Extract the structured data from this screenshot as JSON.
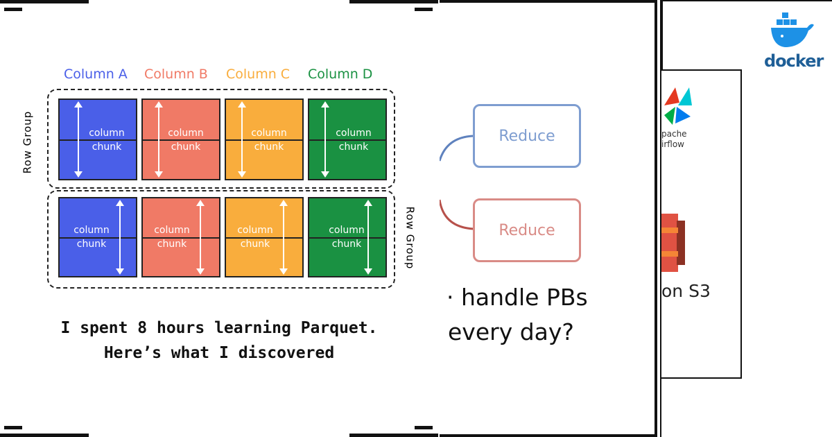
{
  "parquet": {
    "columns": [
      {
        "label": "Column A",
        "color": "#4a5fe8"
      },
      {
        "label": "Column B",
        "color": "#f07a66"
      },
      {
        "label": "Column C",
        "color": "#f9ad3d"
      },
      {
        "label": "Column D",
        "color": "#1a9142"
      }
    ],
    "chunk_label_line1": "column",
    "chunk_label_line2": "chunk",
    "row_group_label": "Row Group",
    "title_line1": "I spent 8 hours learning Parquet.",
    "title_line2": "Here’s what I discovered"
  },
  "mapreduce": {
    "reduce_label": "Reduce",
    "reduce_colors": [
      "#7e9dd0",
      "#d98b86"
    ],
    "caption_line1": "· handle PBs",
    "caption_line2": "every day?"
  },
  "tools": {
    "docker_label": "docker",
    "airflow_line1": "pache",
    "airflow_line2": "irflow",
    "s3_label": "on S3"
  }
}
